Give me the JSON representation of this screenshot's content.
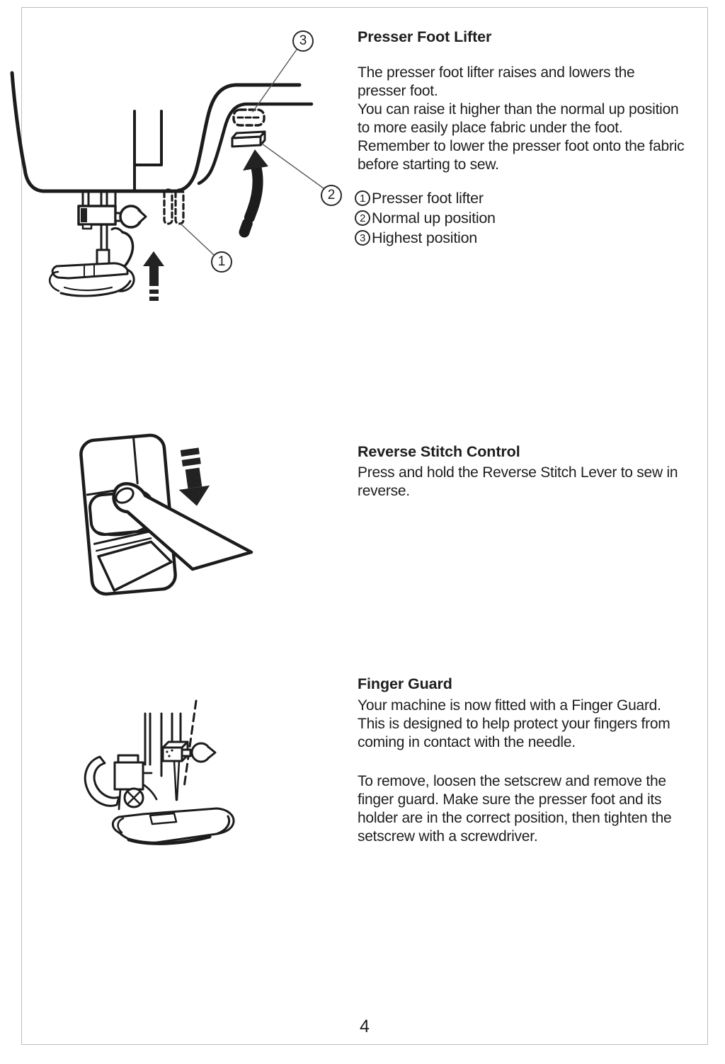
{
  "doc": {
    "page_number": "4",
    "presser_foot_lifter": {
      "heading": "Presser Foot Lifter",
      "body": "The presser foot lifter raises and lowers the\npresser foot.\nYou can raise it higher than the normal up position\nto more easily place fabric under the foot.\nRemember to lower the presser foot onto the fabric\nbefore starting to sew.",
      "callouts": [
        {
          "num": "1",
          "text": "Presser foot lifter"
        },
        {
          "num": "2",
          "text": "Normal up position"
        },
        {
          "num": "3",
          "text": "Highest position"
        }
      ]
    },
    "figure1_markers": {
      "m1": "1",
      "m2": "2",
      "m3": "3"
    },
    "reverse_stitch_control": {
      "heading": "Reverse Stitch Control",
      "body": "Press and hold the Reverse Stitch Lever to sew in\nreverse."
    },
    "finger_guard": {
      "heading": "Finger Guard",
      "para1": "Your machine is now fitted with a Finger Guard.\nThis is designed to help protect your fingers from\ncoming in contact with the needle.",
      "para2": "To remove, loosen the setscrew and remove the\nfinger guard. Make sure the presser foot and its\nholder are in the correct position, then tighten the\nsetscrew with a screwdriver."
    }
  }
}
